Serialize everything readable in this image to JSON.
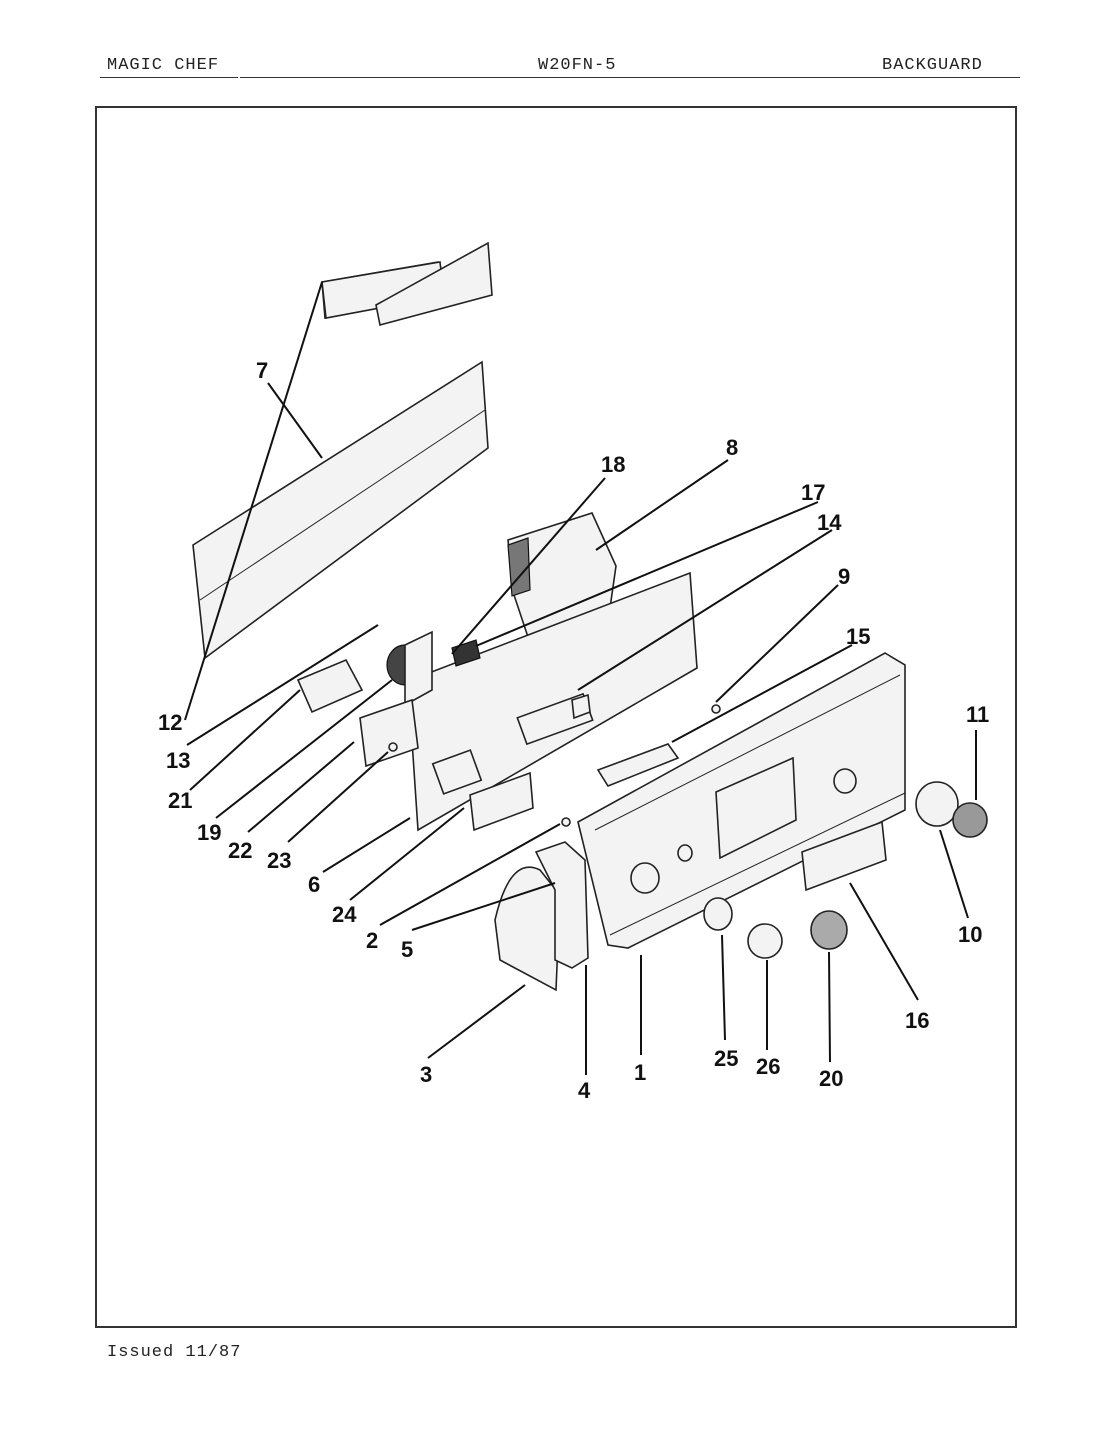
{
  "header": {
    "brand": "MAGIC CHEF",
    "model": "W20FN-5",
    "section": "BACKGUARD"
  },
  "footer": {
    "issued": "Issued 11/87"
  },
  "callouts": {
    "c1": "1",
    "c2": "2",
    "c3": "3",
    "c4": "4",
    "c5": "5",
    "c6": "6",
    "c7": "7",
    "c8": "8",
    "c9": "9",
    "c10": "10",
    "c11": "11",
    "c12": "12",
    "c13": "13",
    "c14": "14",
    "c15": "15",
    "c16": "16",
    "c17": "17",
    "c18": "18",
    "c19": "19",
    "c20": "20",
    "c21": "21",
    "c22": "22",
    "c23": "23",
    "c24": "24",
    "c25": "25",
    "c26": "26"
  }
}
